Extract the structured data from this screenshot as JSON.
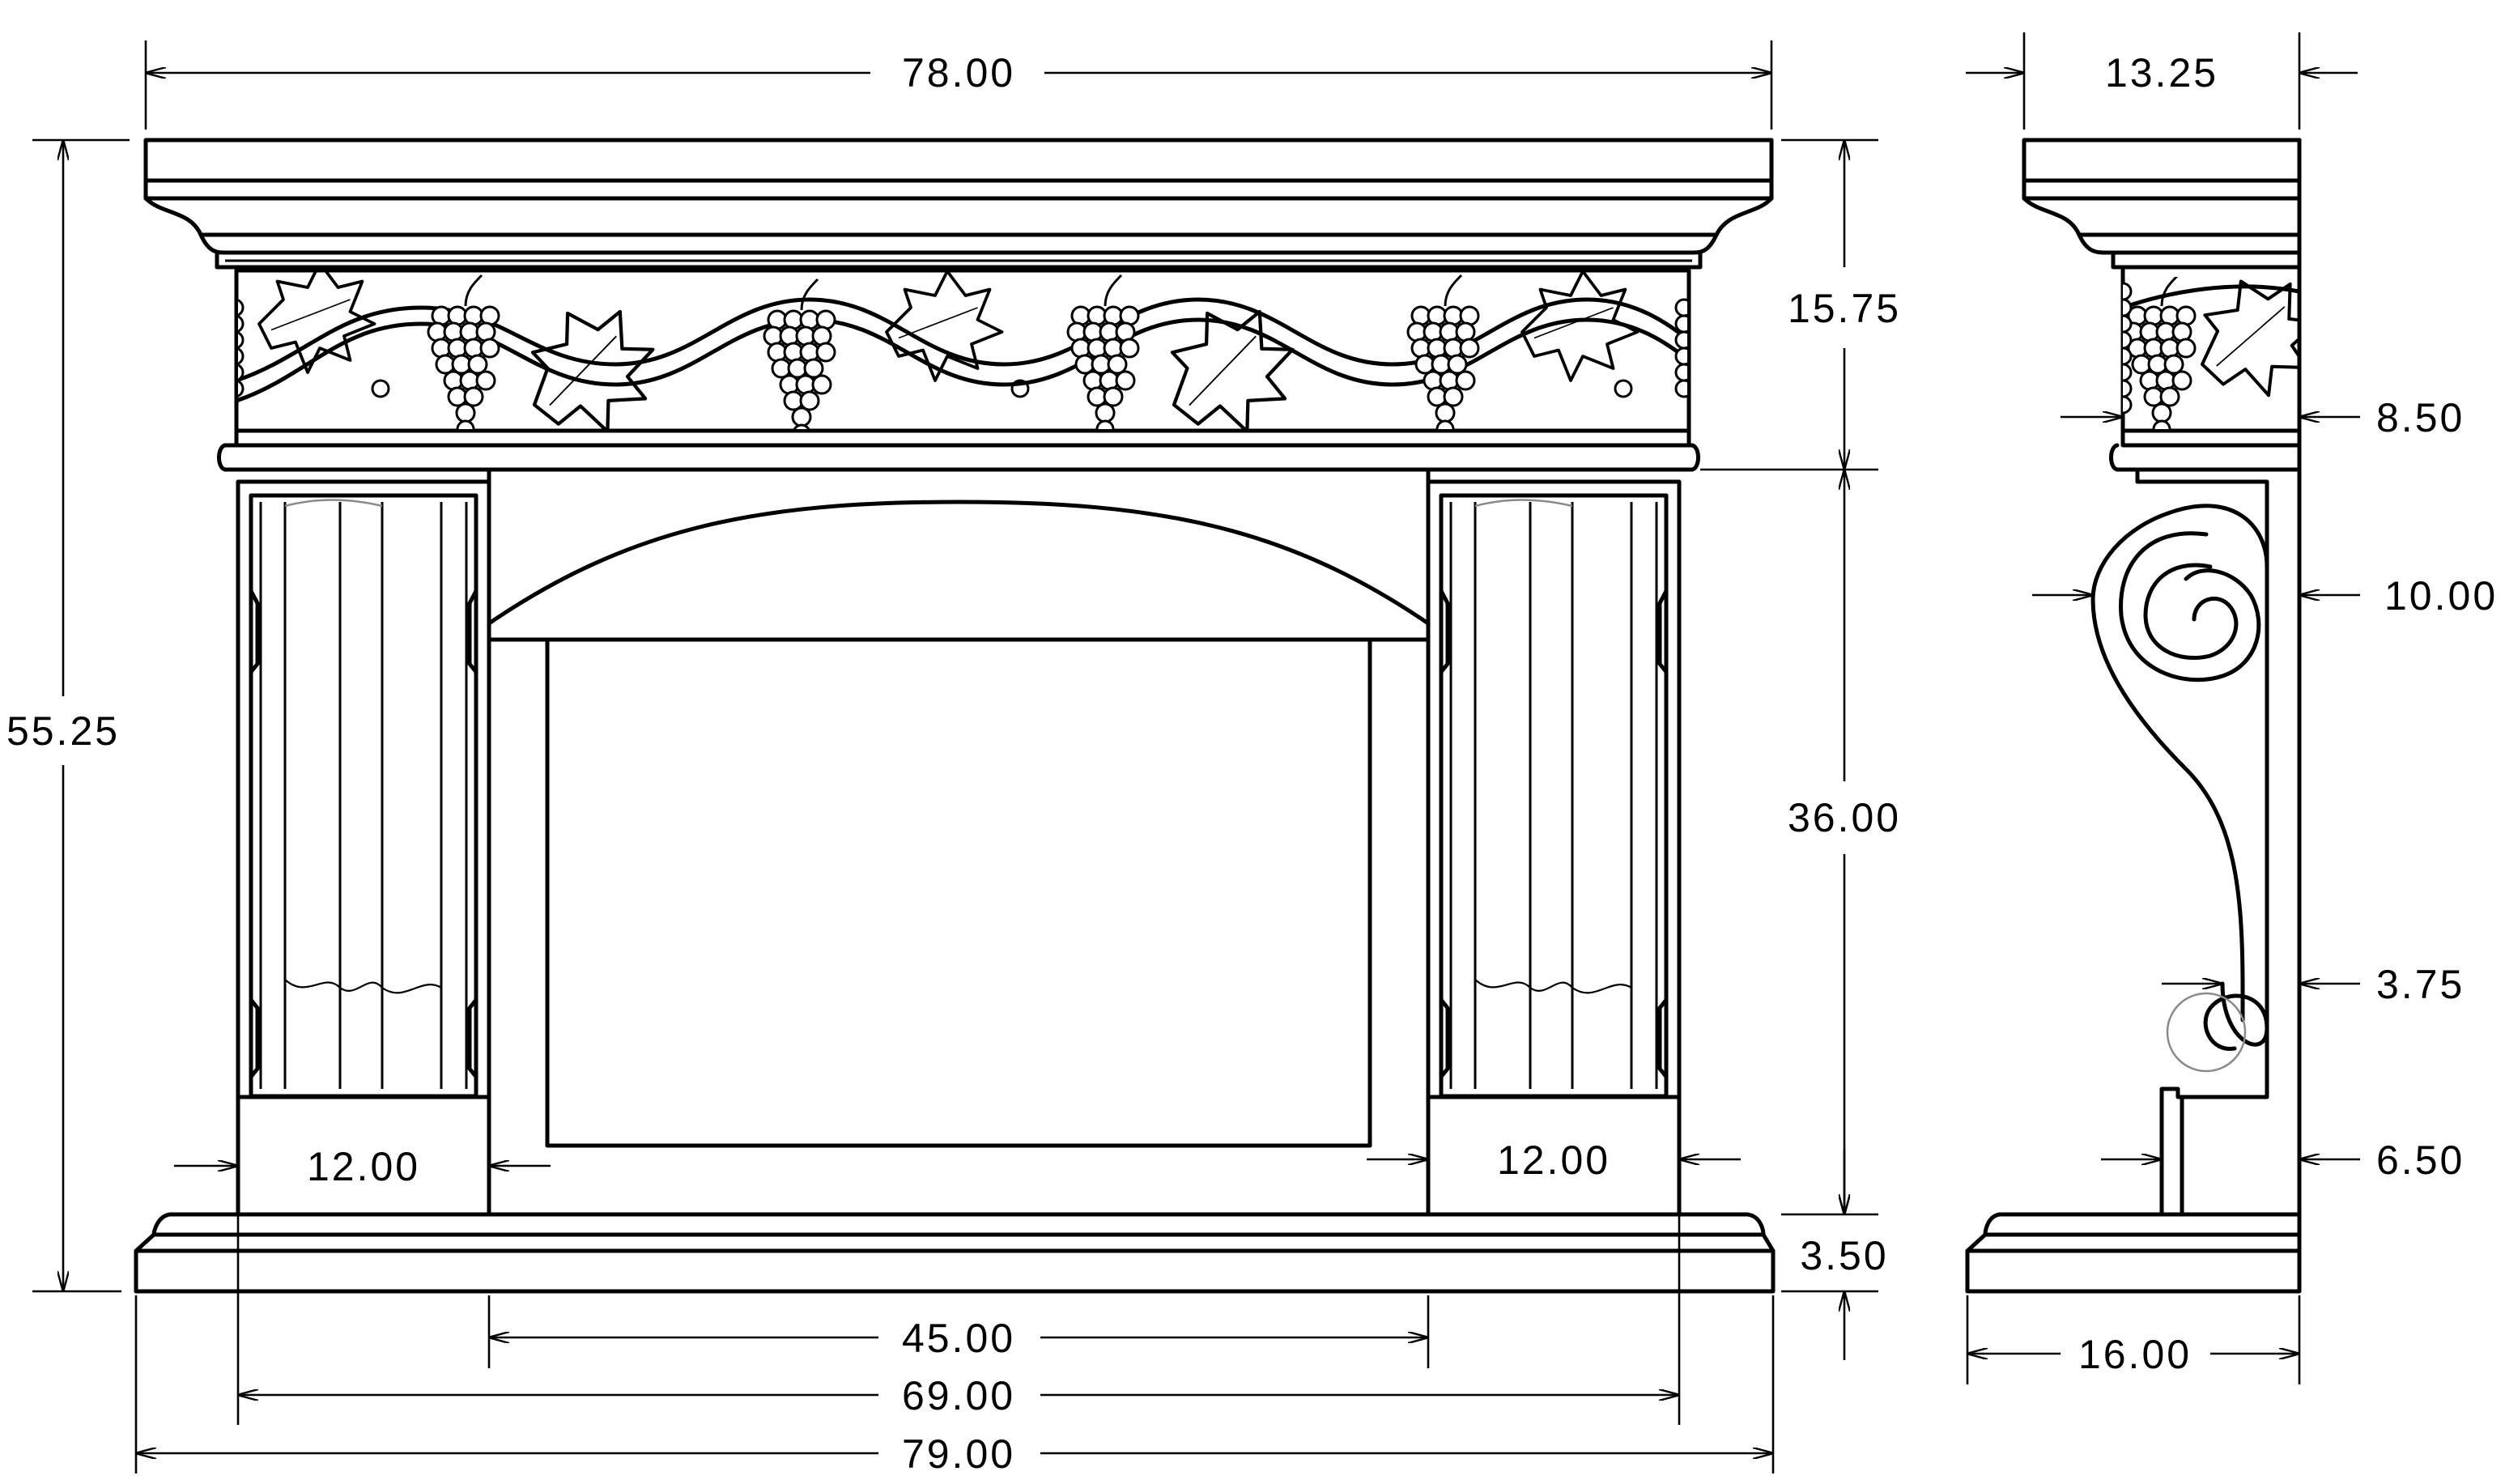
{
  "drawing": {
    "front_view": {
      "overall_width_top": "78.00",
      "overall_width_hearth": "79.00",
      "base_width": "69.00",
      "opening_width": "45.00",
      "overall_height": "55.25",
      "frieze_height": "15.75",
      "opening_height": "36.00",
      "hearth_height": "3.50",
      "left_leg_width": "12.00",
      "right_leg_width": "12.00"
    },
    "side_view": {
      "top_depth": "13.25",
      "frieze_depth": "8.50",
      "corbel_depth": "10.00",
      "corbel_lower_depth": "3.75",
      "leg_depth": "6.50",
      "hearth_depth": "16.00"
    }
  }
}
